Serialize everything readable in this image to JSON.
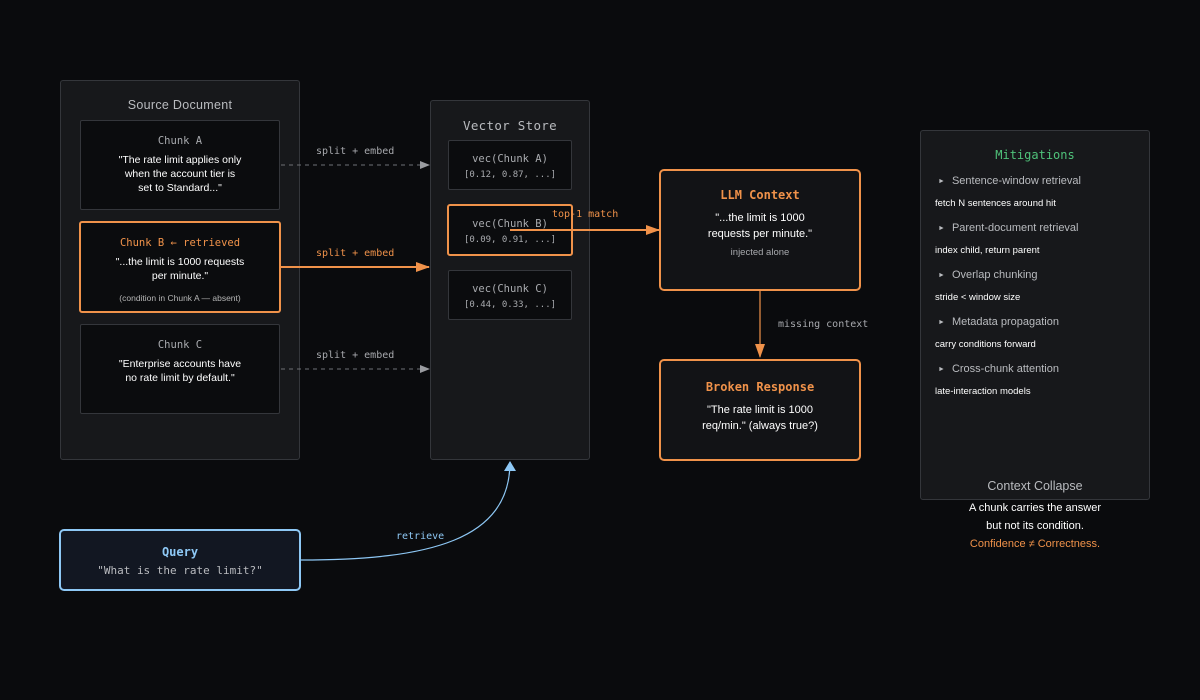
{
  "source_document": {
    "title": "Source Document",
    "chunks": [
      {
        "title": "Chunk A",
        "text": [
          "\"The rate limit applies only",
          "when the account tier is",
          "set to Standard...\""
        ]
      },
      {
        "title": "Chunk B ← retrieved",
        "text": [
          "\"...the limit is 1000 requests",
          "per minute.\""
        ],
        "note": "(condition in Chunk A — absent)"
      },
      {
        "title": "Chunk C",
        "text": [
          "\"Enterprise accounts have",
          "no rate limit by default.\""
        ]
      }
    ]
  },
  "edges": {
    "split_a": "split + embed",
    "split_b": "split + embed",
    "split_c": "split + embed",
    "top1": "top-1 match",
    "missing": "missing context",
    "retrieve": "retrieve"
  },
  "vector_store": {
    "title": "Vector Store",
    "vectors": [
      {
        "name": "vec(Chunk A)",
        "values": "[0.12, 0.87, ...]"
      },
      {
        "name": "vec(Chunk B)",
        "values": "[0.09, 0.91, ...]"
      },
      {
        "name": "vec(Chunk C)",
        "values": "[0.44, 0.33, ...]"
      }
    ]
  },
  "llm_context": {
    "title": "LLM Context",
    "text": [
      "\"...the limit is 1000",
      "requests per minute.\""
    ],
    "note": "injected alone"
  },
  "broken_response": {
    "title": "Broken Response",
    "text": [
      "\"The rate limit is 1000",
      "req/min.\" (always true?)"
    ]
  },
  "query": {
    "title": "Query",
    "text": "\"What is the rate limit?\""
  },
  "mitigations": {
    "title": "Mitigations",
    "items": [
      {
        "label": "Sentence-window retrieval",
        "detail": "fetch N sentences around hit"
      },
      {
        "label": "Parent-document retrieval",
        "detail": "index child, return parent"
      },
      {
        "label": "Overlap chunking",
        "detail": "stride < window size"
      },
      {
        "label": "Metadata propagation",
        "detail": "carry conditions forward"
      },
      {
        "label": "Cross-chunk attention",
        "detail": "late-interaction models"
      }
    ]
  },
  "summary": {
    "title": "Context Collapse",
    "line1": "A chunk carries the answer",
    "line2": "but not its condition.",
    "line3": "Confidence ≠ Correctness."
  },
  "colors": {
    "accent": "#f0924a",
    "query": "#8ec8f5",
    "mitigation_title": "#4fc27a",
    "panel": "#17181b",
    "background": "#0a0b0d"
  }
}
